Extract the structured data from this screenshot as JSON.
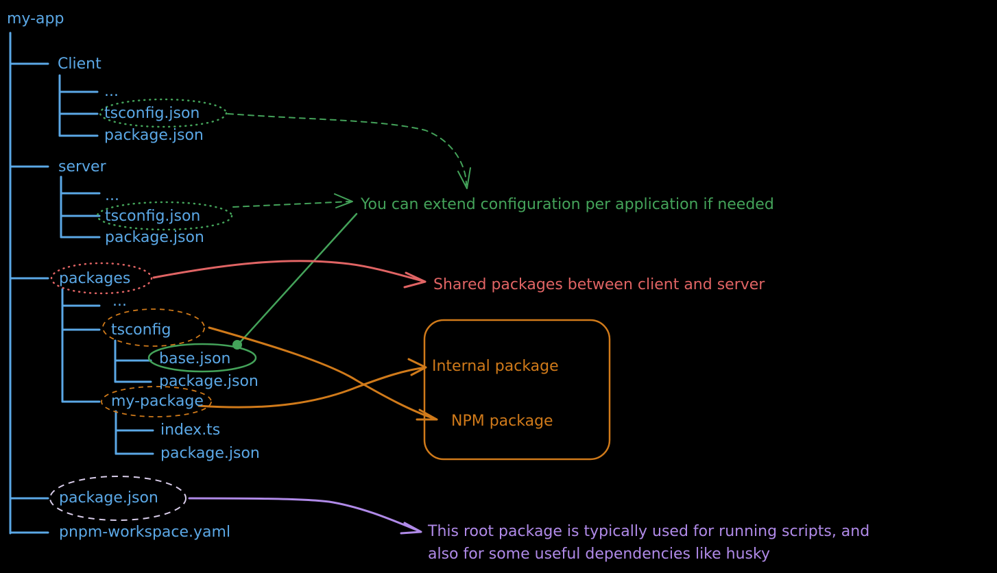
{
  "colors": {
    "tree": "#5ba8e6",
    "green": "#44a35a",
    "red": "#e06464",
    "orange": "#d07a1a",
    "purple": "#b08ae8",
    "background": "#000000"
  },
  "tree": {
    "root": "my-app",
    "client": {
      "label": "Client",
      "children": [
        "...",
        "tsconfig.json",
        "package.json"
      ]
    },
    "server": {
      "label": "server",
      "children": [
        "...",
        "tsconfig.json",
        "package.json"
      ]
    },
    "packages": {
      "label": "packages",
      "ellipsis": "...",
      "tsconfig": {
        "label": "tsconfig",
        "children": [
          "base.json",
          "package.json"
        ]
      },
      "my_package": {
        "label": "my-package",
        "children": [
          "index.ts",
          "package.json"
        ]
      }
    },
    "root_files": [
      "package.json",
      "pnpm-workspace.yaml"
    ]
  },
  "annotations": {
    "extend_config": "You can extend configuration per application if needed",
    "shared_packages": "Shared packages between client and server",
    "package_types": [
      "Internal package",
      "NPM package"
    ],
    "root_package_line1": "This root package is typically used for running scripts, and",
    "root_package_line2": "also for some useful dependencies like husky"
  }
}
